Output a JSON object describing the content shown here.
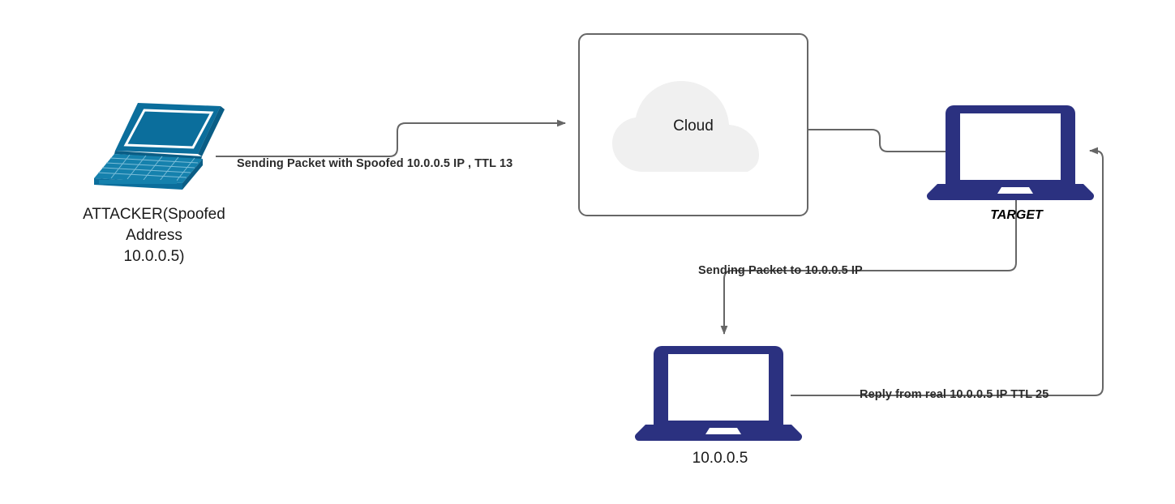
{
  "diagram": {
    "title": "IP Spoofing / TTL reflection network diagram",
    "background_color": "#ffffff",
    "colors": {
      "attacker_laptop": "#0b6e9c",
      "attacker_laptop_dark": "#0a5d85",
      "attacker_laptop_light": "#1581ad",
      "target_laptop": "#2b3180",
      "cloud_fill": "#f0f0f0",
      "cloud_box_border": "#666666",
      "edge_line": "#666666",
      "text": "#1a1a1a",
      "edge_label_text": "#2b2b2b"
    },
    "nodes": [
      {
        "id": "attacker",
        "icon": "laptop-isometric-icon",
        "label_lines": [
          "ATTACKER(Spoofed",
          "Address",
          "10.0.0.5)"
        ],
        "style": "plain"
      },
      {
        "id": "cloud",
        "icon": "cloud-icon",
        "label": "Cloud",
        "style": "plain"
      },
      {
        "id": "target",
        "icon": "laptop-front-icon",
        "label": "TARGET",
        "style": "bold-italic"
      },
      {
        "id": "real-host",
        "icon": "laptop-front-icon",
        "label": "10.0.0.5",
        "style": "plain"
      }
    ],
    "edges": [
      {
        "id": "attacker-to-cloud",
        "from": "attacker",
        "to": "cloud",
        "label": "Sending Packet with Spoofed 10.0.0.5 IP , TTL 13",
        "arrowhead": "to"
      },
      {
        "id": "cloud-to-target",
        "from": "cloud",
        "to": "target",
        "label": "",
        "arrowhead": "none"
      },
      {
        "id": "target-to-real-host",
        "from": "target",
        "to": "real-host",
        "label": "Sending Packet to 10.0.0.5 IP",
        "arrowhead": "to"
      },
      {
        "id": "real-host-to-target",
        "from": "real-host",
        "to": "target",
        "label": "Reply from real 10.0.0.5 IP TTL 25",
        "arrowhead": "to"
      }
    ]
  }
}
